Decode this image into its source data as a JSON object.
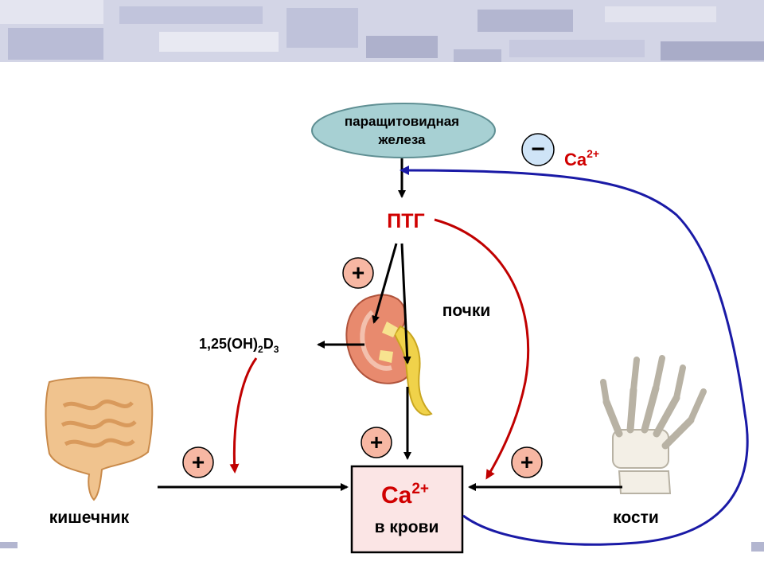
{
  "diagram": {
    "gland": {
      "line1": "паращитовидная",
      "line2": "железа"
    },
    "hormone": "ПТГ",
    "kidney_label": "почки",
    "vitamin": {
      "prefix": "1,25(OH)",
      "sub1": "2",
      "mid": "D",
      "sub2": "3"
    },
    "intestine_label": "кишечник",
    "bones_label": "кости",
    "blood_box": {
      "ion": "Ca",
      "charge": "2+",
      "line2": "в крови"
    },
    "feedback": {
      "sign": "−",
      "ion": "Ca",
      "charge": "2+"
    },
    "plus_sign": "+"
  },
  "colors": {
    "black_arrow": "#000000",
    "red_arrow": "#c00000",
    "blue_arrow": "#1a1aa6",
    "gland_fill": "#a7d0d3",
    "gland_stroke": "#5f8f93",
    "plus_fill": "#f7b7a3",
    "minus_fill": "#cfe4f7",
    "blood_fill": "#fbe5e5",
    "title_red": "#d00000",
    "header_band": "#c9cbe0"
  }
}
